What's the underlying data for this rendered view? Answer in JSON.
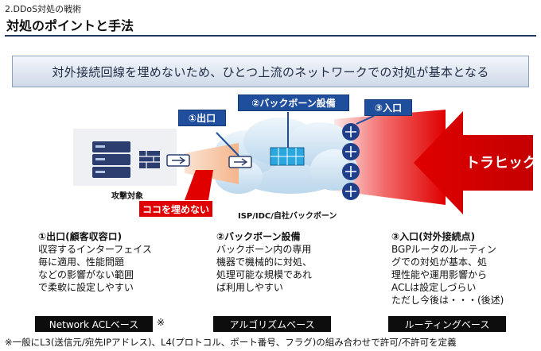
{
  "header": {
    "section": "2.DDoS対処の戦術",
    "title": "対処のポイントと手法"
  },
  "banner": "対外接続回線を埋めないため、ひとつ上流のネットワークでの対処が基本となる",
  "diagram": {
    "tags": {
      "exit": "①出口",
      "backbone": "②バックボーン設備",
      "entry": "③入口"
    },
    "target_label": "攻撃対象",
    "warning_label": "ココを埋めない",
    "isp_label": "ISP/IDC/自社バックボーン",
    "traffic_label": "トラヒック",
    "colors": {
      "navy": "#1f4e9c",
      "red": "#e00000",
      "server": "#2c3e70",
      "cloud": "#d3e8f5",
      "pipe": "#f7c9a8"
    }
  },
  "columns": [
    {
      "title": "①出口(顧客収容ロ)",
      "body": "収容するインターフェイス\n毎に適用、性能問題\nなどの影響がない範囲\nで柔軟に設定しやすい",
      "badge": "Network ACLベース",
      "badge_suffix": "※"
    },
    {
      "title": "②バックボーン設備",
      "body": "バックボーン内の専用\n機器で機械的に対処、\n処理可能な規模であれ\nば利用しやすい",
      "badge": "アルゴリズムベース"
    },
    {
      "title": "③入口(対外接続点)",
      "body": "BGPルータのルーティン\nグでの対処が基本、処\n理性能や運用影響から\nACLは設定しづらい\nただし今後は・・・(後述)",
      "badge": "ルーティングベース"
    }
  ],
  "footnote": "※一般にL3(送信元/宛先IPアドレス)、L4(プロトコル、ポート番号、フラグ)の組み合わせで許可/不許可を定義"
}
